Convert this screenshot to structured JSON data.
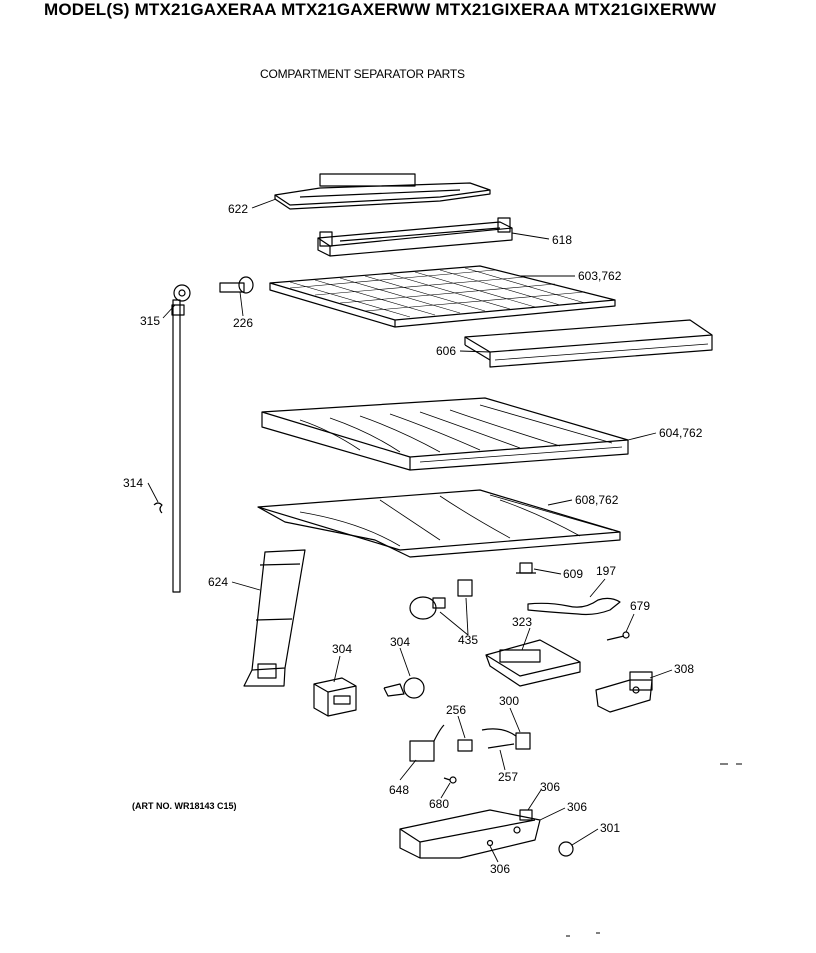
{
  "header": {
    "models": "MODEL(S) MTX21GAXERAA  MTX21GAXERWW  MTX21GIXERAA  MTX21GIXERWW",
    "subtitle": "COMPARTMENT SEPARATOR PARTS"
  },
  "footer": {
    "art_number": "(ART NO. WR18143 C15)"
  },
  "callouts": {
    "c622": "622",
    "c618": "618",
    "c603_762": "603,762",
    "c315": "315",
    "c226": "226",
    "c606": "606",
    "c604_762": "604,762",
    "c314": "314",
    "c608_762": "608,762",
    "c624": "624",
    "c609": "609",
    "c197": "197",
    "c679": "679",
    "c435": "435",
    "c323": "323",
    "c304a": "304",
    "c304b": "304",
    "c308": "308",
    "c256": "256",
    "c300": "300",
    "c257": "257",
    "c648": "648",
    "c680": "680",
    "c306a": "306",
    "c306b": "306",
    "c306c": "306",
    "c301": "301"
  }
}
